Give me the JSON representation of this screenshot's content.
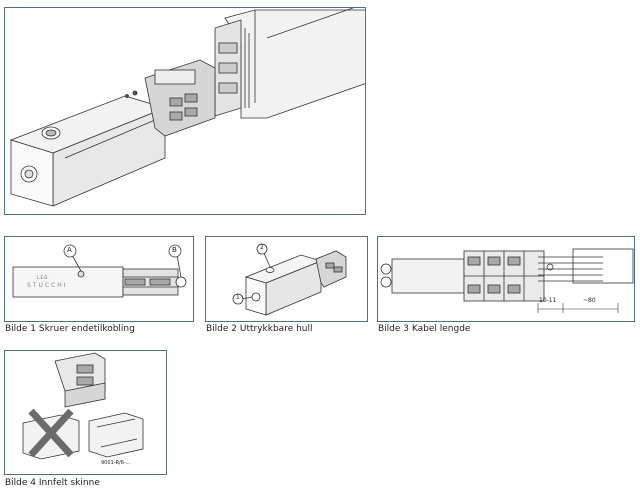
{
  "panels": {
    "main": {
      "caption": ""
    },
    "p1": {
      "caption": "Bilde 1 Skruer endetilkobling",
      "callout_a": "A",
      "callout_b": "B",
      "logo_small": "L.E.D.",
      "logo": "STUCCHI"
    },
    "p2": {
      "caption": "Bilde 2 Uttrykkbare hull",
      "callout_1": "1",
      "callout_2": "2"
    },
    "p3": {
      "caption": "Bilde 3 Kabel lengde",
      "dim_strip": "10-11",
      "dim_cable": "~80"
    },
    "p4": {
      "caption": "Bilde 4 Innfelt skinne",
      "part_label": "9001-R/6-..."
    }
  },
  "colors": {
    "border": "#4a6f93",
    "line": "#333333",
    "fill_light": "#f2f2f2",
    "fill_mid": "#d6d6d6",
    "fill_dark": "#a8a8a8",
    "cross": "#6b6b6b"
  }
}
